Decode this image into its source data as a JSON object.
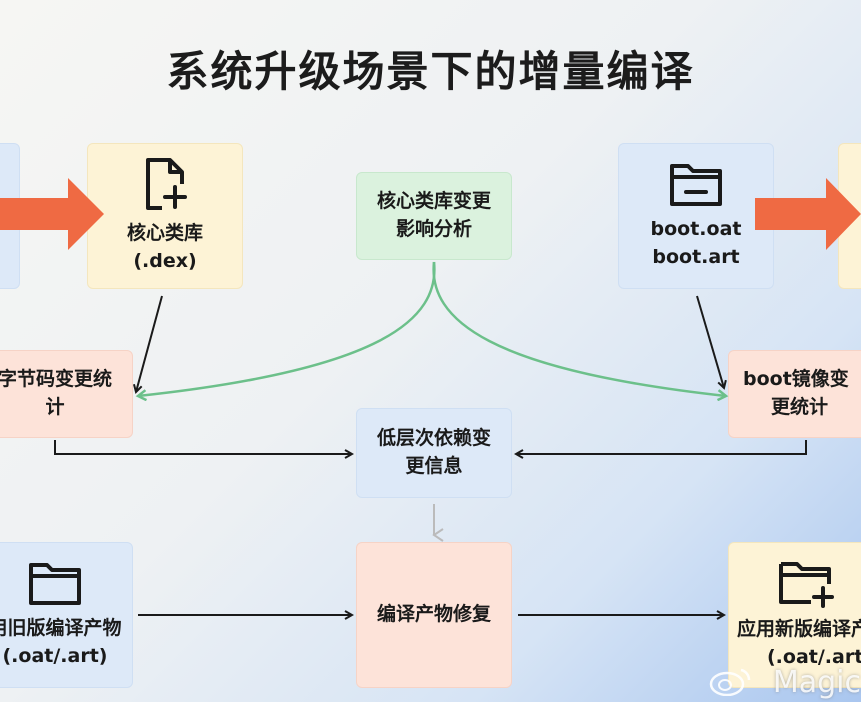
{
  "title": "系统升级场景下的增量编译",
  "nodes": {
    "core_lib": {
      "line1": "核心类库",
      "line2": "(.dex)",
      "icon": "file-plus-icon"
    },
    "core_change": {
      "line1": "核心类库变更",
      "line2": "影响分析"
    },
    "boot_files": {
      "line1": "boot.oat",
      "line2": "boot.art",
      "icon": "folder-icon"
    },
    "bytecode_stats": {
      "line1": "字节码变更统",
      "line2": "计"
    },
    "boot_image_stats": {
      "line1": "boot镜像变",
      "line2": "更统计"
    },
    "low_dep": {
      "line1": "低层次依赖变",
      "line2": "更信息"
    },
    "old_artifacts": {
      "line1": "用旧版编译产物",
      "line2": "(.oat/.art)",
      "icon": "folder-icon"
    },
    "repair": {
      "line1": "编译产物修复"
    },
    "new_artifacts": {
      "line1": "应用新版编译产",
      "line2": "(.oat/.art)",
      "icon": "folder-plus-icon"
    }
  },
  "watermark": {
    "text": "Magic",
    "icon": "weibo-icon"
  },
  "colors": {
    "arrow_orange": "#ef6a43",
    "arrow_green": "#6cc08a",
    "arrow_dark": "#1a1a1a",
    "arrow_gray": "#bbbbbb"
  }
}
